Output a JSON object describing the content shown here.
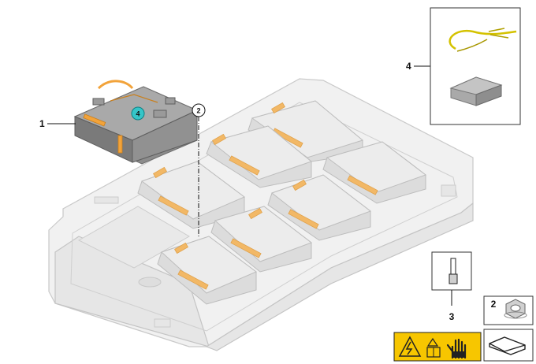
{
  "callouts": {
    "c1": "1",
    "c2_top": "2",
    "c2_box": "2",
    "c3": "3",
    "c4_box": "4",
    "c4_badge": "4"
  },
  "colors": {
    "accent_orange": "#f2b866",
    "badge_teal": "#36c5c8",
    "warning_yellow": "#f7c600"
  },
  "icons": [
    "wire-loom-icon",
    "box-component-icon",
    "cutter-tool-icon",
    "hex-nut-icon",
    "high-voltage-warning-icon",
    "manual-icon",
    "glove-icon",
    "tray-outline-icon"
  ]
}
